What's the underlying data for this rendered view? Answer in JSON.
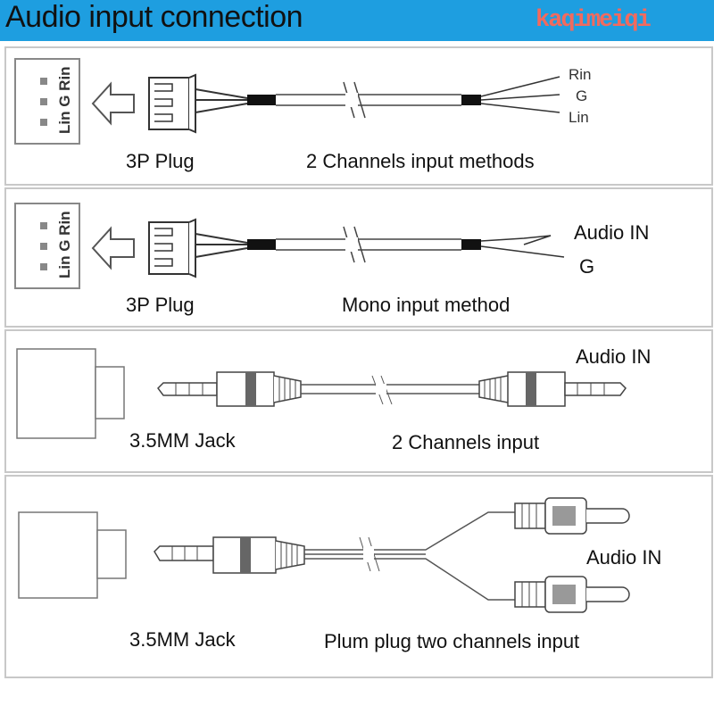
{
  "title": "Audio input connection",
  "watermark": "kaqimeiqi",
  "panels": [
    {
      "connector_pins": "Lin G Rin",
      "plug_label": "3P Plug",
      "method_label": "2 Channels input methods",
      "wire_labels": [
        "Rin",
        "G",
        "Lin"
      ]
    },
    {
      "connector_pins": "Lin G Rin",
      "plug_label": "3P Plug",
      "method_label": "Mono input method",
      "wire_labels": [
        "Audio IN",
        "G"
      ]
    },
    {
      "plug_label": "3.5MM Jack",
      "method_label": "2 Channels input",
      "wire_labels": [
        "Audio IN"
      ]
    },
    {
      "plug_label": "3.5MM Jack",
      "method_label": "Plum plug two channels input",
      "wire_labels": [
        "Audio IN"
      ]
    }
  ],
  "colors": {
    "header": "#1e9ee0",
    "watermark": "#f26a5e",
    "border": "#c8c8c8"
  }
}
